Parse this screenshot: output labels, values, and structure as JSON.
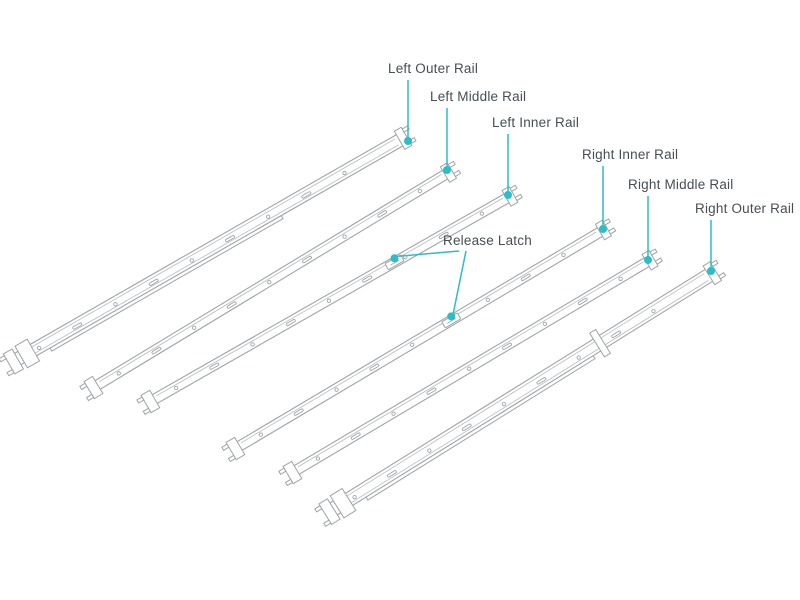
{
  "diagram": {
    "labels": {
      "left_outer": "Left Outer Rail",
      "left_middle": "Left Middle Rail",
      "left_inner": "Left Inner Rail",
      "right_inner": "Right Inner Rail",
      "right_middle": "Right Middle Rail",
      "right_outer": "Right Outer Rail",
      "release_latch": "Release Latch"
    },
    "colors": {
      "accent": "#2BBEC9",
      "label_text": "#474E54",
      "rail_stroke": "#9EA4A8",
      "rail_detail": "#B6BBBE"
    }
  }
}
